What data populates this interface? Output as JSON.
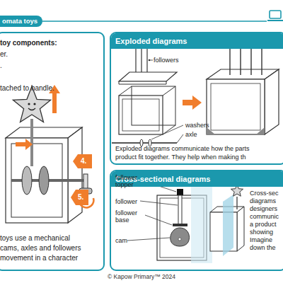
{
  "diagram": {
    "nodes": [
      {
        "text": [
          "omata toys"
        ]
      },
      {
        "text": [
          "toy components:",
          "er.",
          ".",
          "tached to handle.",
          "toys use a mechanical cams, axles and followers movement in a character"
        ]
      },
      {
        "text": [
          "4."
        ],
        "in": 1
      },
      {
        "text": [
          "5."
        ],
        "in": 1
      },
      {
        "text": [
          "Exploded diagrams",
          "Exploded diagrams communicate how the parts product fit together. They help when making th"
        ]
      },
      {
        "text": [
          "Cross-sectional diagrams",
          "Cross-sec diagrams designers communic a product showing Imagine down the"
        ]
      }
    ],
    "labels": [
      "followers",
      "washers",
      "axle",
      "follower topper",
      "follower",
      "follower base",
      "cam",
      "© Kapow Primary™ 2024"
    ]
  }
}
